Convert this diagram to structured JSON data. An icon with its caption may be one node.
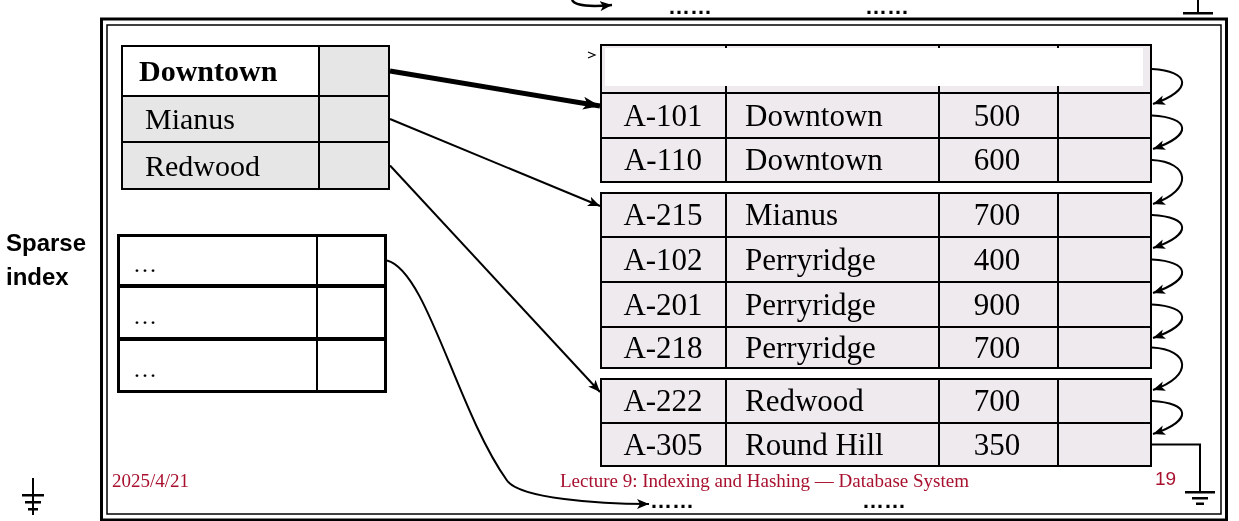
{
  "diagram": {
    "nodes": [
      {
        "text": [
          "Downtown"
        ]
      },
      {
        "text": [
          "Mianus"
        ]
      },
      {
        "text": [
          "Redwood"
        ]
      },
      {
        "text": [
          "…"
        ]
      },
      {
        "text": [
          "…"
        ]
      },
      {
        "text": [
          "…"
        ]
      },
      {
        "text": [],
        "shape": "box"
      },
      {
        "text": [
          "A-101",
          "Downtown",
          "500"
        ]
      },
      {
        "text": [
          "A-110",
          "Downtown",
          "600"
        ]
      },
      {
        "text": [
          "A-215",
          "Mianus",
          "700"
        ]
      },
      {
        "text": [
          "A-102",
          "Perryridge",
          "400"
        ]
      },
      {
        "text": [
          "A-201",
          "Perryridge",
          "900"
        ]
      },
      {
        "text": [
          "A-218",
          "Perryridge",
          "700"
        ]
      },
      {
        "text": [
          "A-222",
          "Redwood",
          "700"
        ]
      },
      {
        "text": [
          "A-305",
          "Round Hill",
          "350"
        ]
      },
      {
        "text": [],
        "shape": "ground"
      },
      {
        "text": [
          "……"
        ]
      }
    ],
    "edges": [
      {
        "from": 0,
        "to": 7,
        "arrow": "to",
        "style": "thick"
      },
      {
        "from": 1,
        "to": 9,
        "arrow": "to"
      },
      {
        "from": 2,
        "to": 13,
        "arrow": "to"
      },
      {
        "from": 3,
        "to": 16,
        "arrow": "to"
      },
      {
        "from": 6,
        "to": 7,
        "arrow": "to"
      },
      {
        "from": 7,
        "to": 8,
        "arrow": "to"
      },
      {
        "from": 8,
        "to": 9,
        "arrow": "to"
      },
      {
        "from": 9,
        "to": 10,
        "arrow": "to"
      },
      {
        "from": 10,
        "to": 11,
        "arrow": "to"
      },
      {
        "from": 11,
        "to": 12,
        "arrow": "to"
      },
      {
        "from": 12,
        "to": 13,
        "arrow": "to"
      },
      {
        "from": 13,
        "to": 14,
        "arrow": "to"
      },
      {
        "from": 14,
        "to": 15,
        "arrow": "none"
      }
    ],
    "labels": [
      "……",
      "……",
      "Sparse index",
      "2025/4/21",
      "Lecture 9: Indexing and Hashing — Database System",
      "19",
      "……"
    ]
  }
}
